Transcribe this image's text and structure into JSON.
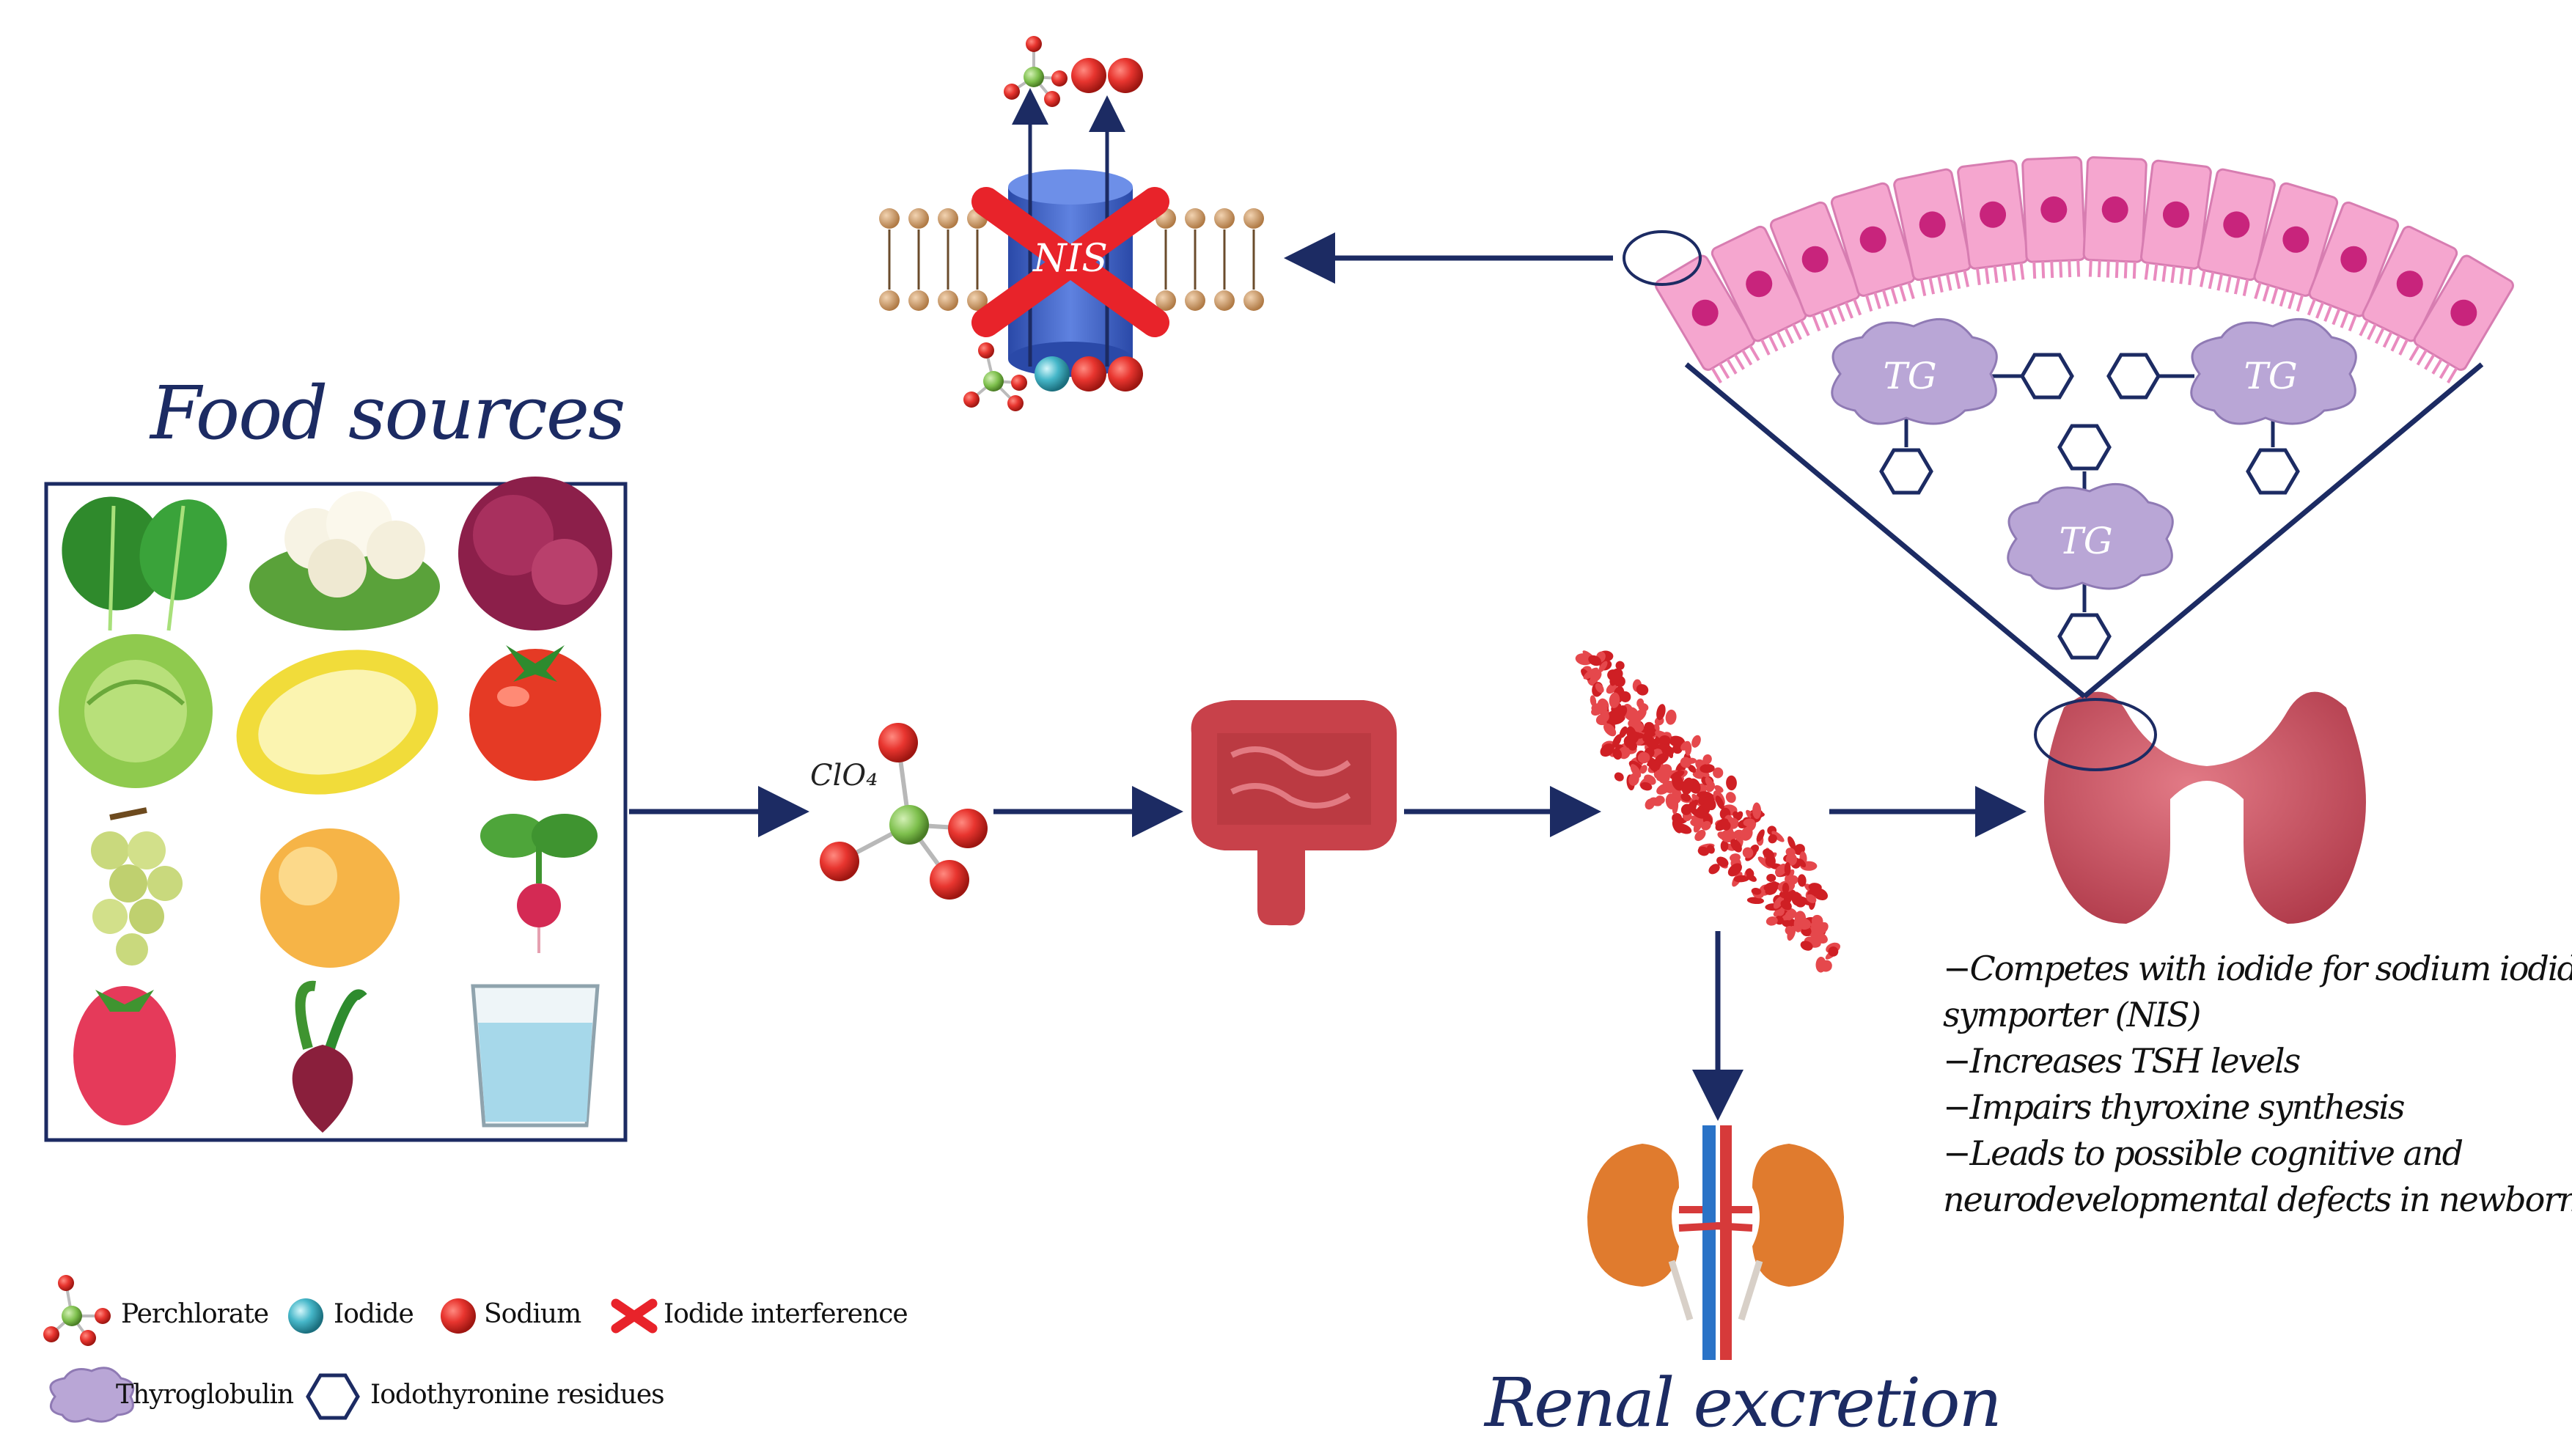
{
  "titles": {
    "food_sources": "Food sources",
    "renal_excretion": "Renal excretion"
  },
  "labels": {
    "nis": "NIS",
    "perchlorate_formula": "ClO₄",
    "tg": "TG"
  },
  "effects": [
    "−Competes with iodide for sodium  iodide",
    "symporter (NIS)",
    "−Increases TSH  levels",
    "−Impairs thyroxine synthesis",
    "−Leads to possible cognitive and",
    "neurodevelopmental defects in newborns"
  ],
  "legend": {
    "perchlorate": "Perchlorate",
    "iodide": "Iodide",
    "sodium": "Sodium",
    "iodide_interference": "Iodide interference",
    "thyroglobulin": "Thyroglobulin",
    "iodothyronine": "Iodothyronine residues"
  },
  "colors": {
    "arrow": "#1c2b63",
    "sodium": "#e8352f",
    "iodide": "#46b7c9",
    "perchlorate_center": "#7dbf4c",
    "thyroglobulin": "#b9a6d6",
    "thyroid_cell": "#f5a6cf",
    "thyroid_nucleus": "#c8247c",
    "thyroid_gland": "#cc5160",
    "blood": "#cf1f24",
    "cross": "#e8232a",
    "nis_channel": "#3e5fc2"
  },
  "food_items": [
    "spinach",
    "cauliflower",
    "red-lettuce",
    "cabbage",
    "melon",
    "tomato",
    "grapes",
    "apricot",
    "radish",
    "raspberry",
    "beet",
    "water-glass"
  ]
}
